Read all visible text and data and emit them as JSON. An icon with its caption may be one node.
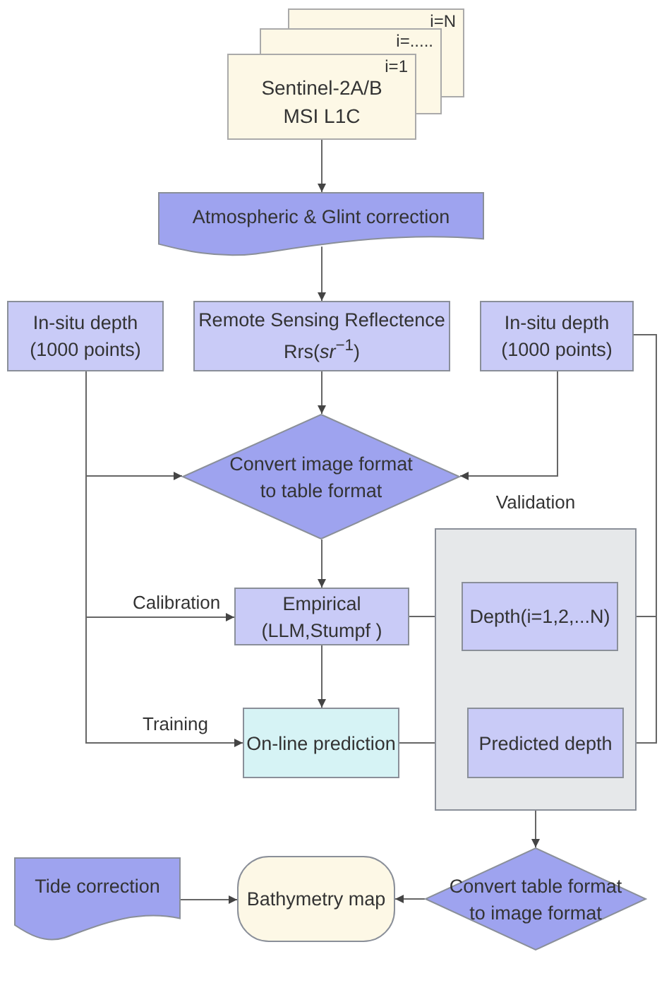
{
  "diagram": {
    "nodes": [
      {
        "text": [
          "i=N",
          "i=.....",
          "i=1",
          "Sentinel-2A/B MSI L1C"
        ]
      },
      {
        "text": [
          "Atmospheric & Glint correction"
        ]
      },
      {
        "text": [
          "In-situ depth (1000 points)"
        ]
      },
      {
        "text": [
          "Remote Sensing Reflectence",
          "Rrs(*sr*$^{−1}$)"
        ]
      },
      {
        "text": [
          "In-situ depth (1000 points)"
        ]
      },
      {
        "text": [
          "Convert image format to table format"
        ]
      },
      {
        "text": [
          "Validation"
        ]
      },
      {
        "text": [
          "Empirical (LLM,Stumpf )"
        ]
      },
      {
        "text": [
          "Depth(i=1,2,...N)"
        ],
        "in": 6
      },
      {
        "text": [
          "On-line prediction"
        ]
      },
      {
        "text": [
          "Predicted depth"
        ],
        "in": 6
      },
      {
        "text": [
          "Tide correction"
        ]
      },
      {
        "text": [
          "Bathymetry map"
        ]
      },
      {
        "text": [
          "Convert table format to image format"
        ]
      }
    ],
    "edges": [
      {
        "from": 0,
        "to": 1,
        "arrow": "to"
      },
      {
        "from": 1,
        "to": 3,
        "arrow": "to"
      },
      {
        "from": 3,
        "to": 5,
        "arrow": "to"
      },
      {
        "from": 2,
        "to": 5,
        "arrow": "to"
      },
      {
        "from": 4,
        "to": 5,
        "arrow": "to"
      },
      {
        "from": 5,
        "to": 7,
        "arrow": "to"
      },
      {
        "from": 2,
        "to": 7,
        "arrow": "to",
        "label": "Calibration"
      },
      {
        "from": 2,
        "to": 9,
        "arrow": "to",
        "label": "Training"
      },
      {
        "from": 7,
        "to": 9,
        "arrow": "to"
      },
      {
        "from": 7,
        "to": 8,
        "arrow": "to"
      },
      {
        "from": 9,
        "to": 10,
        "arrow": "to"
      },
      {
        "from": 4,
        "to": 8,
        "arrow": "to"
      },
      {
        "from": 4,
        "to": 10,
        "arrow": "to"
      },
      {
        "from": 6,
        "to": 13,
        "arrow": "to"
      },
      {
        "from": 13,
        "to": 12,
        "arrow": "to"
      },
      {
        "from": 11,
        "to": 12,
        "arrow": "to"
      }
    ]
  }
}
